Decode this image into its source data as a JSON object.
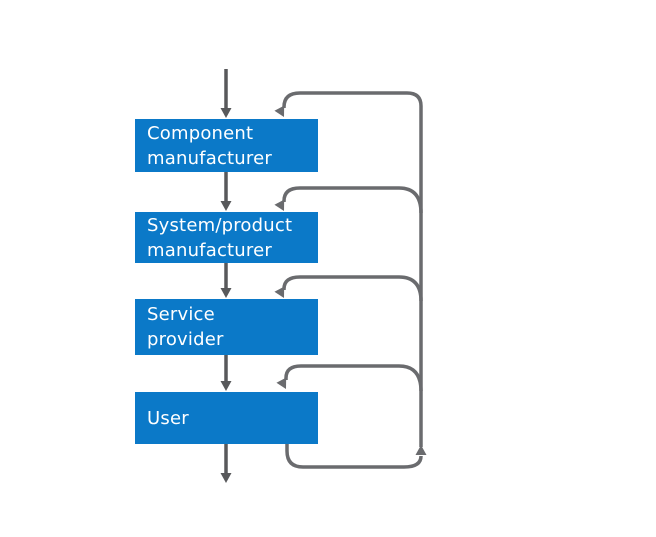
{
  "diagram": {
    "type": "flow-diagram-with-feedback-loops",
    "boxes": [
      {
        "name": "component-manufacturer",
        "label": "Component\nmanufacturer"
      },
      {
        "name": "system-product-manufacturer",
        "label": "System/product\nmanufacturer"
      },
      {
        "name": "service-provider",
        "label": "Service\nprovider"
      },
      {
        "name": "user",
        "label": "User"
      }
    ],
    "colors": {
      "box_fill": "#0b79c8",
      "box_text": "#ffffff",
      "flow_arrow": "#58595b",
      "feedback_arrow": "#6a6b6e",
      "background": "#ffffff"
    }
  }
}
